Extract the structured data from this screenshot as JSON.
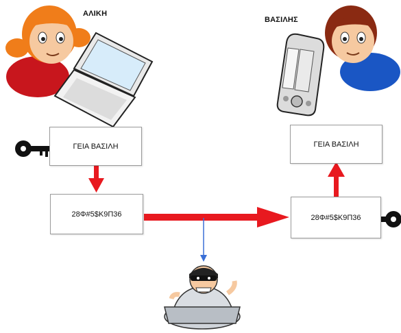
{
  "sender": {
    "name": "ΑΛΙΚΗ"
  },
  "receiver": {
    "name": "ΒΑΣΙΛΗΣ"
  },
  "plaintext_sent": "ΓΕΙΑ ΒΑΣΙΛΗ",
  "ciphertext_sent": "28Φ#5$K9Π36",
  "ciphertext_received": "28Φ#5$K9Π36",
  "plaintext_received": "ΓΕΙΑ ΒΑΣΙΛΗ",
  "colors": {
    "arrow_main": "#e8191f",
    "arrow_intercept": "#3a6fd6",
    "key": "#111111",
    "alice_hair": "#f07d1a",
    "alice_shirt": "#c8161d",
    "vasilis_shirt": "#1a56c4"
  }
}
